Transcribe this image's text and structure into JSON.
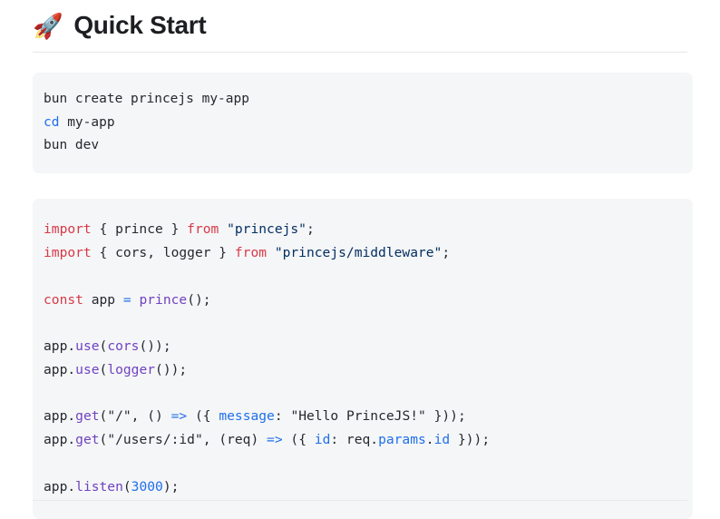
{
  "header": {
    "emoji": "🚀",
    "emoji_name": "rocket-icon",
    "title": "Quick Start"
  },
  "colors": {
    "page_background": "#ffffff",
    "code_background": "#f5f6f7",
    "divider": "#e6e8eb",
    "keyword": "#d73a49",
    "function": "#6f42c1",
    "property": "#1f6feb",
    "string": "#032f62",
    "text": "#24292f"
  },
  "shell_block": {
    "language": "shell",
    "lines": [
      {
        "tokens": [
          {
            "t": "bun create princejs my-app",
            "c": "tok-plain"
          }
        ]
      },
      {
        "tokens": [
          {
            "t": "cd",
            "c": "tok-cmdkw"
          },
          {
            "t": " my-app",
            "c": "tok-plain"
          }
        ]
      },
      {
        "tokens": [
          {
            "t": "bun dev",
            "c": "tok-plain"
          }
        ]
      }
    ],
    "plain_text": "bun create princejs my-app\ncd my-app\nbun dev"
  },
  "code_block": {
    "language": "typescript",
    "lines": [
      {
        "tokens": [
          {
            "t": "import",
            "c": "tok-kw"
          },
          {
            "t": " { prince } ",
            "c": "tok-plain"
          },
          {
            "t": "from",
            "c": "tok-kw"
          },
          {
            "t": " ",
            "c": "tok-plain"
          },
          {
            "t": "\"princejs\"",
            "c": "tok-str"
          },
          {
            "t": ";",
            "c": "tok-punct"
          }
        ]
      },
      {
        "tokens": [
          {
            "t": "import",
            "c": "tok-kw"
          },
          {
            "t": " { cors, logger } ",
            "c": "tok-plain"
          },
          {
            "t": "from",
            "c": "tok-kw"
          },
          {
            "t": " ",
            "c": "tok-plain"
          },
          {
            "t": "\"princejs/middleware\"",
            "c": "tok-str"
          },
          {
            "t": ";",
            "c": "tok-punct"
          }
        ]
      },
      {
        "tokens": []
      },
      {
        "tokens": [
          {
            "t": "const",
            "c": "tok-kw"
          },
          {
            "t": " app ",
            "c": "tok-plain"
          },
          {
            "t": "=",
            "c": "tok-op"
          },
          {
            "t": " ",
            "c": "tok-plain"
          },
          {
            "t": "prince",
            "c": "tok-fn"
          },
          {
            "t": "();",
            "c": "tok-punct"
          }
        ]
      },
      {
        "tokens": []
      },
      {
        "tokens": [
          {
            "t": "app.",
            "c": "tok-plain"
          },
          {
            "t": "use",
            "c": "tok-fn"
          },
          {
            "t": "(",
            "c": "tok-punct"
          },
          {
            "t": "cors",
            "c": "tok-fn"
          },
          {
            "t": "());",
            "c": "tok-punct"
          }
        ]
      },
      {
        "tokens": [
          {
            "t": "app.",
            "c": "tok-plain"
          },
          {
            "t": "use",
            "c": "tok-fn"
          },
          {
            "t": "(",
            "c": "tok-punct"
          },
          {
            "t": "logger",
            "c": "tok-fn"
          },
          {
            "t": "());",
            "c": "tok-punct"
          }
        ]
      },
      {
        "tokens": []
      },
      {
        "tokens": [
          {
            "t": "app.",
            "c": "tok-plain"
          },
          {
            "t": "get",
            "c": "tok-fn"
          },
          {
            "t": "(",
            "c": "tok-punct"
          },
          {
            "t": "\"/\"",
            "c": "tok-strp"
          },
          {
            "t": ", () ",
            "c": "tok-punct"
          },
          {
            "t": "=>",
            "c": "tok-op"
          },
          {
            "t": " ({ ",
            "c": "tok-punct"
          },
          {
            "t": "message",
            "c": "tok-prop"
          },
          {
            "t": ": ",
            "c": "tok-punct"
          },
          {
            "t": "\"Hello PrinceJS!\"",
            "c": "tok-strp"
          },
          {
            "t": " }));",
            "c": "tok-punct"
          }
        ]
      },
      {
        "tokens": [
          {
            "t": "app.",
            "c": "tok-plain"
          },
          {
            "t": "get",
            "c": "tok-fn"
          },
          {
            "t": "(",
            "c": "tok-punct"
          },
          {
            "t": "\"/users/:id\"",
            "c": "tok-strp"
          },
          {
            "t": ", (req) ",
            "c": "tok-punct"
          },
          {
            "t": "=>",
            "c": "tok-op"
          },
          {
            "t": " ({ ",
            "c": "tok-punct"
          },
          {
            "t": "id",
            "c": "tok-prop"
          },
          {
            "t": ": req.",
            "c": "tok-punct"
          },
          {
            "t": "params",
            "c": "tok-prop"
          },
          {
            "t": ".",
            "c": "tok-punct"
          },
          {
            "t": "id",
            "c": "tok-prop"
          },
          {
            "t": " }));",
            "c": "tok-punct"
          }
        ]
      },
      {
        "tokens": []
      },
      {
        "tokens": [
          {
            "t": "app.",
            "c": "tok-plain"
          },
          {
            "t": "listen",
            "c": "tok-fn"
          },
          {
            "t": "(",
            "c": "tok-punct"
          },
          {
            "t": "3000",
            "c": "tok-num"
          },
          {
            "t": ");",
            "c": "tok-punct"
          }
        ]
      }
    ],
    "plain_text": "import { prince } from \"princejs\";\nimport { cors, logger } from \"princejs/middleware\";\n\nconst app = prince();\n\napp.use(cors());\napp.use(logger());\n\napp.get(\"/\", () => ({ message: \"Hello PrinceJS!\" }));\napp.get(\"/users/:id\", (req) => ({ id: req.params.id }));\n\napp.listen(3000);"
  }
}
